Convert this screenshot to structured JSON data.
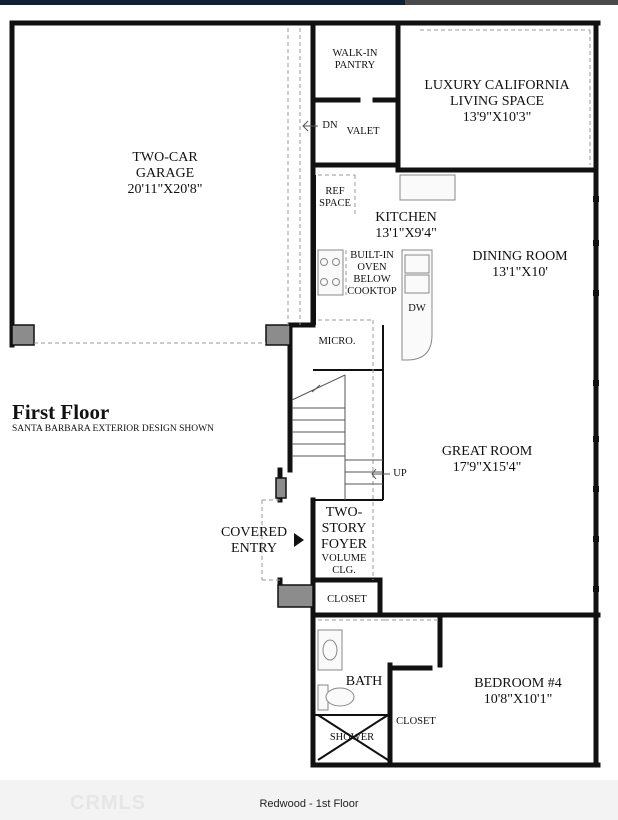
{
  "title": {
    "main": "First Floor",
    "sub": "SANTA BARBARA EXTERIOR DESIGN SHOWN"
  },
  "caption": "Redwood - 1st Floor",
  "watermark": "CRMLS",
  "rooms": {
    "garage": {
      "name": "TWO-CAR\nGARAGE",
      "dims": "20'11\"X20'8\""
    },
    "pantry": {
      "name": "WALK-IN\nPANTRY"
    },
    "valet": {
      "name": "VALET"
    },
    "dn": "DN",
    "luxury": {
      "name": "LUXURY CALIFORNIA\nLIVING SPACE",
      "dims": "13'9\"X10'3\""
    },
    "kitchen": {
      "name": "KITCHEN",
      "dims": "13'1\"X9'4\""
    },
    "ref": "REF\nSPACE",
    "oven": "BUILT-IN\nOVEN\nBELOW\nCOOKTOP",
    "dining": {
      "name": "DINING ROOM",
      "dims": "13'1\"X10'"
    },
    "dw": "DW",
    "micro": "MICRO.",
    "great": {
      "name": "GREAT ROOM",
      "dims": "17'9\"X15'4\""
    },
    "up": "UP",
    "foyer": {
      "name": "TWO-\nSTORY\nFOYER",
      "note": "VOLUME\nCLG."
    },
    "entry": "COVERED\nENTRY",
    "closet1": "CLOSET",
    "bath": "BATH",
    "shower": "SHOWER",
    "closet2": "CLOSET",
    "bedroom": {
      "name": "BEDROOM #4",
      "dims": "10'8\"X10'1\""
    }
  },
  "colors": {
    "wall": "#111111",
    "fill": "#8c8c8c",
    "dash": "#9a9a9a"
  }
}
